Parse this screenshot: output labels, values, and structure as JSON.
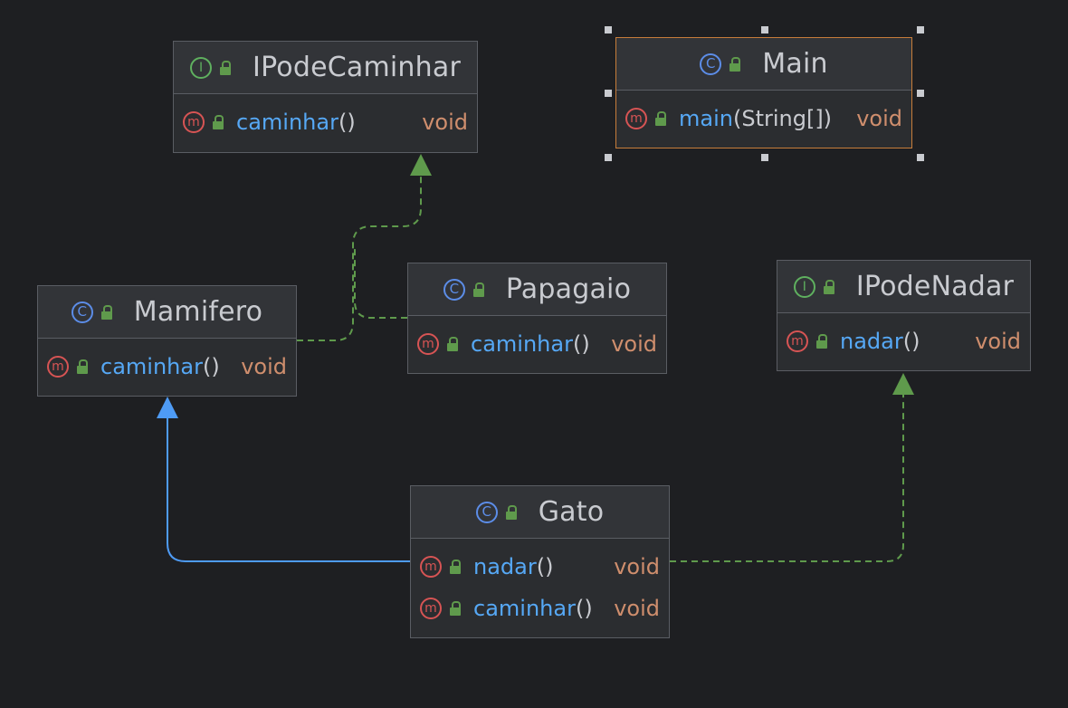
{
  "nodes": {
    "ipodecaminhar": {
      "kind": "interface",
      "kind_icon": "I",
      "name": "IPodeCaminhar",
      "members": [
        {
          "icon": "m",
          "name": "caminhar",
          "params": "()",
          "type": "void"
        }
      ]
    },
    "main": {
      "kind": "class",
      "kind_icon": "C",
      "name": "Main",
      "selected": true,
      "members": [
        {
          "icon": "m",
          "name": "main",
          "params": "(String[])",
          "type": "void"
        }
      ]
    },
    "mamifero": {
      "kind": "class",
      "kind_icon": "C",
      "name": "Mamifero",
      "members": [
        {
          "icon": "m",
          "name": "caminhar",
          "params": "()",
          "type": "void"
        }
      ]
    },
    "papagaio": {
      "kind": "class",
      "kind_icon": "C",
      "name": "Papagaio",
      "members": [
        {
          "icon": "m",
          "name": "caminhar",
          "params": "()",
          "type": "void"
        }
      ]
    },
    "ipodenadar": {
      "kind": "interface",
      "kind_icon": "I",
      "name": "IPodeNadar",
      "members": [
        {
          "icon": "m",
          "name": "nadar",
          "params": "()",
          "type": "void"
        }
      ]
    },
    "gato": {
      "kind": "class",
      "kind_icon": "C",
      "name": "Gato",
      "members": [
        {
          "icon": "m",
          "name": "nadar",
          "params": "()",
          "type": "void"
        },
        {
          "icon": "m",
          "name": "caminhar",
          "params": "()",
          "type": "void"
        }
      ]
    }
  },
  "edges": [
    {
      "from": "gato",
      "to": "mamifero",
      "relation": "extends",
      "style": "solid",
      "color": "#4e9bf5"
    },
    {
      "from": "gato",
      "to": "ipodenadar",
      "relation": "implements",
      "style": "dashed",
      "color": "#5f9a4c"
    },
    {
      "from": "mamifero",
      "to": "ipodecaminhar",
      "relation": "implements",
      "style": "dashed",
      "color": "#5f9a4c"
    },
    {
      "from": "papagaio",
      "to": "ipodecaminhar",
      "relation": "implements",
      "style": "dashed",
      "color": "#5f9a4c"
    }
  ],
  "colors": {
    "background": "#1e1f22",
    "node_fill": "#2b2d30",
    "node_border": "#5a5d63",
    "selection_border": "#c77d3a",
    "class_icon": "#5c8de8",
    "interface_icon": "#5fb05f",
    "method_icon": "#d75454",
    "method_name": "#56a8f5",
    "return_type": "#cf8e6d",
    "text": "#c9cbd0"
  }
}
